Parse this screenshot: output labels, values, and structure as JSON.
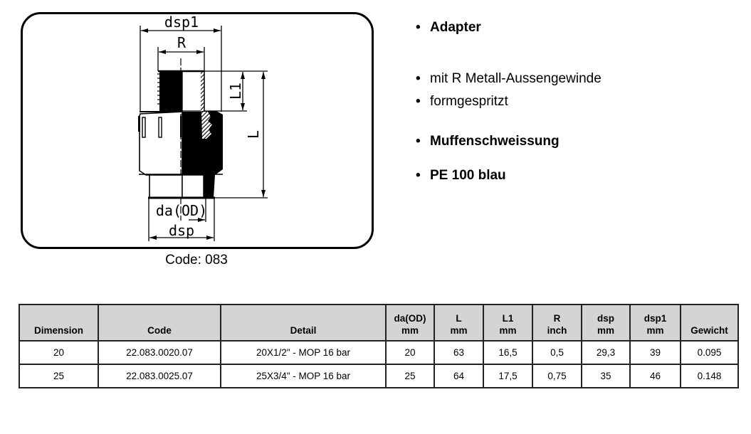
{
  "drawing": {
    "labels": {
      "dsp1": "dsp1",
      "R": "R",
      "L1": "L1",
      "L": "L",
      "da_od": "da(OD)",
      "dsp": "dsp"
    },
    "caption": "Code: 083"
  },
  "features": [
    {
      "text": "Adapter",
      "bold": true
    },
    {
      "text": "mit R Metall-Aussengewinde",
      "bold": false
    },
    {
      "text": "formgespritzt",
      "bold": false
    },
    {
      "text": "Muffenschweissung",
      "bold": true
    },
    {
      "text": "PE 100 blau",
      "bold": true
    }
  ],
  "table": {
    "headers": [
      {
        "line1": "Dimension",
        "line2": ""
      },
      {
        "line1": "Code",
        "line2": ""
      },
      {
        "line1": "Detail",
        "line2": ""
      },
      {
        "line1": "da(OD)",
        "line2": "mm"
      },
      {
        "line1": "L",
        "line2": "mm"
      },
      {
        "line1": "L1",
        "line2": "mm"
      },
      {
        "line1": "R",
        "line2": "inch"
      },
      {
        "line1": "dsp",
        "line2": "mm"
      },
      {
        "line1": "dsp1",
        "line2": "mm"
      },
      {
        "line1": "Gewicht",
        "line2": ""
      }
    ],
    "rows": [
      [
        "20",
        "22.083.0020.07",
        "20X1/2\" - MOP 16 bar",
        "20",
        "63",
        "16,5",
        "0,5",
        "29,3",
        "39",
        "0.095"
      ],
      [
        "25",
        "22.083.0025.07",
        "25X3/4\" - MOP 16 bar",
        "25",
        "64",
        "17,5",
        "0,75",
        "35",
        "46",
        "0.148"
      ]
    ]
  }
}
